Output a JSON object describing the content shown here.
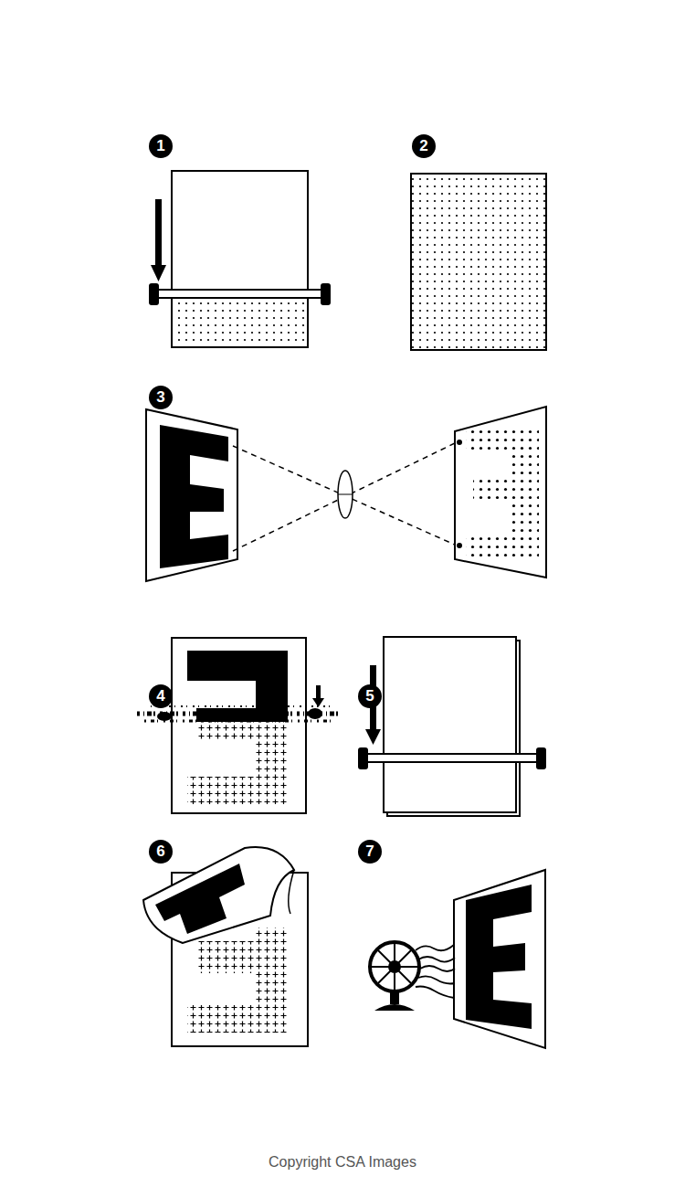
{
  "diagram": {
    "labels": [
      "1",
      "2",
      "3",
      "4",
      "5",
      "6",
      "7",
      "Copyright CSA Images"
    ]
  }
}
